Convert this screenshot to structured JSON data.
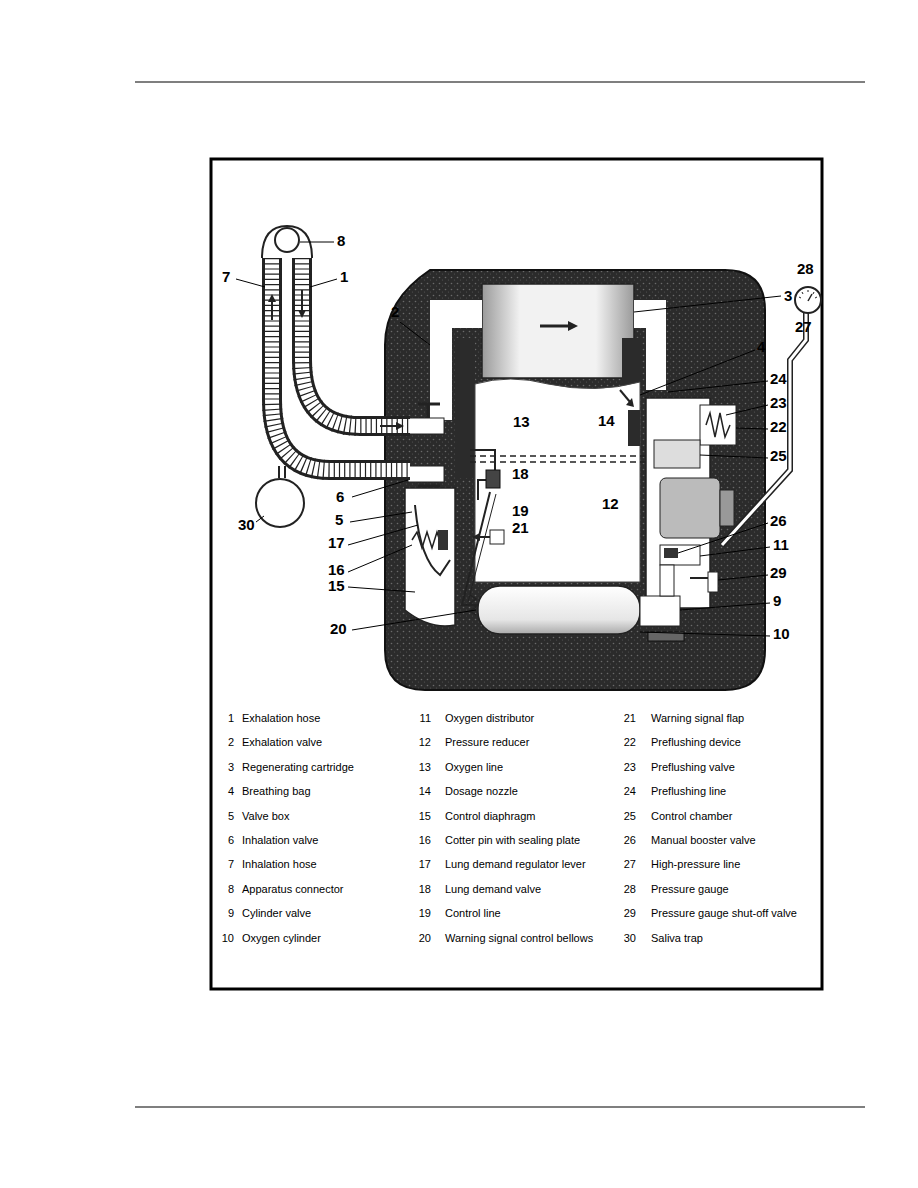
{
  "diagram": {
    "labels": [
      "8",
      "7",
      "1",
      "28",
      "3",
      "2",
      "27",
      "4",
      "24",
      "23",
      "13",
      "22",
      "14",
      "18",
      "25",
      "6",
      "12",
      "30",
      "19",
      "21",
      "5",
      "26",
      "17",
      "11",
      "16",
      "29",
      "15",
      "9",
      "20",
      "10",
      "1",
      "Exhalation hose",
      "11",
      "Oxygen distributor",
      "21",
      "Warning signal flap",
      "2",
      "Exhalation valve",
      "12",
      "Pressure reducer",
      "22",
      "Preflushing device",
      "3",
      "Regenerating cartridge",
      "13",
      "Oxygen line",
      "23",
      "Preflushing valve",
      "4",
      "Breathing bag",
      "14",
      "Dosage nozzle",
      "24",
      "Preflushing line",
      "5",
      "Valve box",
      "15",
      "Control diaphragm",
      "25",
      "Control chamber",
      "6",
      "Inhalation valve",
      "16",
      "Cotter pin with sealing plate",
      "26",
      "Manual booster valve",
      "7",
      "Inhalation hose",
      "17",
      "Lung demand regulator lever",
      "27",
      "High-pressure line",
      "8",
      "Apparatus connector",
      "18",
      "Lung demand valve",
      "28",
      "Pressure gauge",
      "9",
      "Cylinder valve",
      "19",
      "Control line",
      "29",
      "Pressure gauge shut-off valve",
      "10",
      "Oxygen cylinder",
      "20",
      "Warning signal control bellows",
      "30",
      "Saliva trap"
    ]
  }
}
